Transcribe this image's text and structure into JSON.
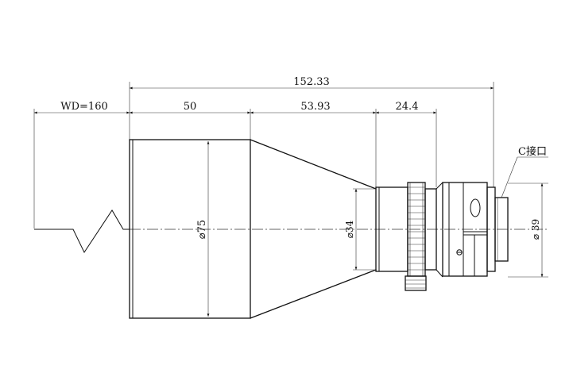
{
  "dimensions": {
    "total_length": "152.33",
    "working_distance": "WD=160",
    "front_barrel_length": "50",
    "cone_length": "53.93",
    "rear_length": "24.4",
    "front_diameter": "⌀75",
    "neck_diameter": "⌀34",
    "mount_diameter": "⌀ 39"
  },
  "labels": {
    "mount": "C接口"
  }
}
